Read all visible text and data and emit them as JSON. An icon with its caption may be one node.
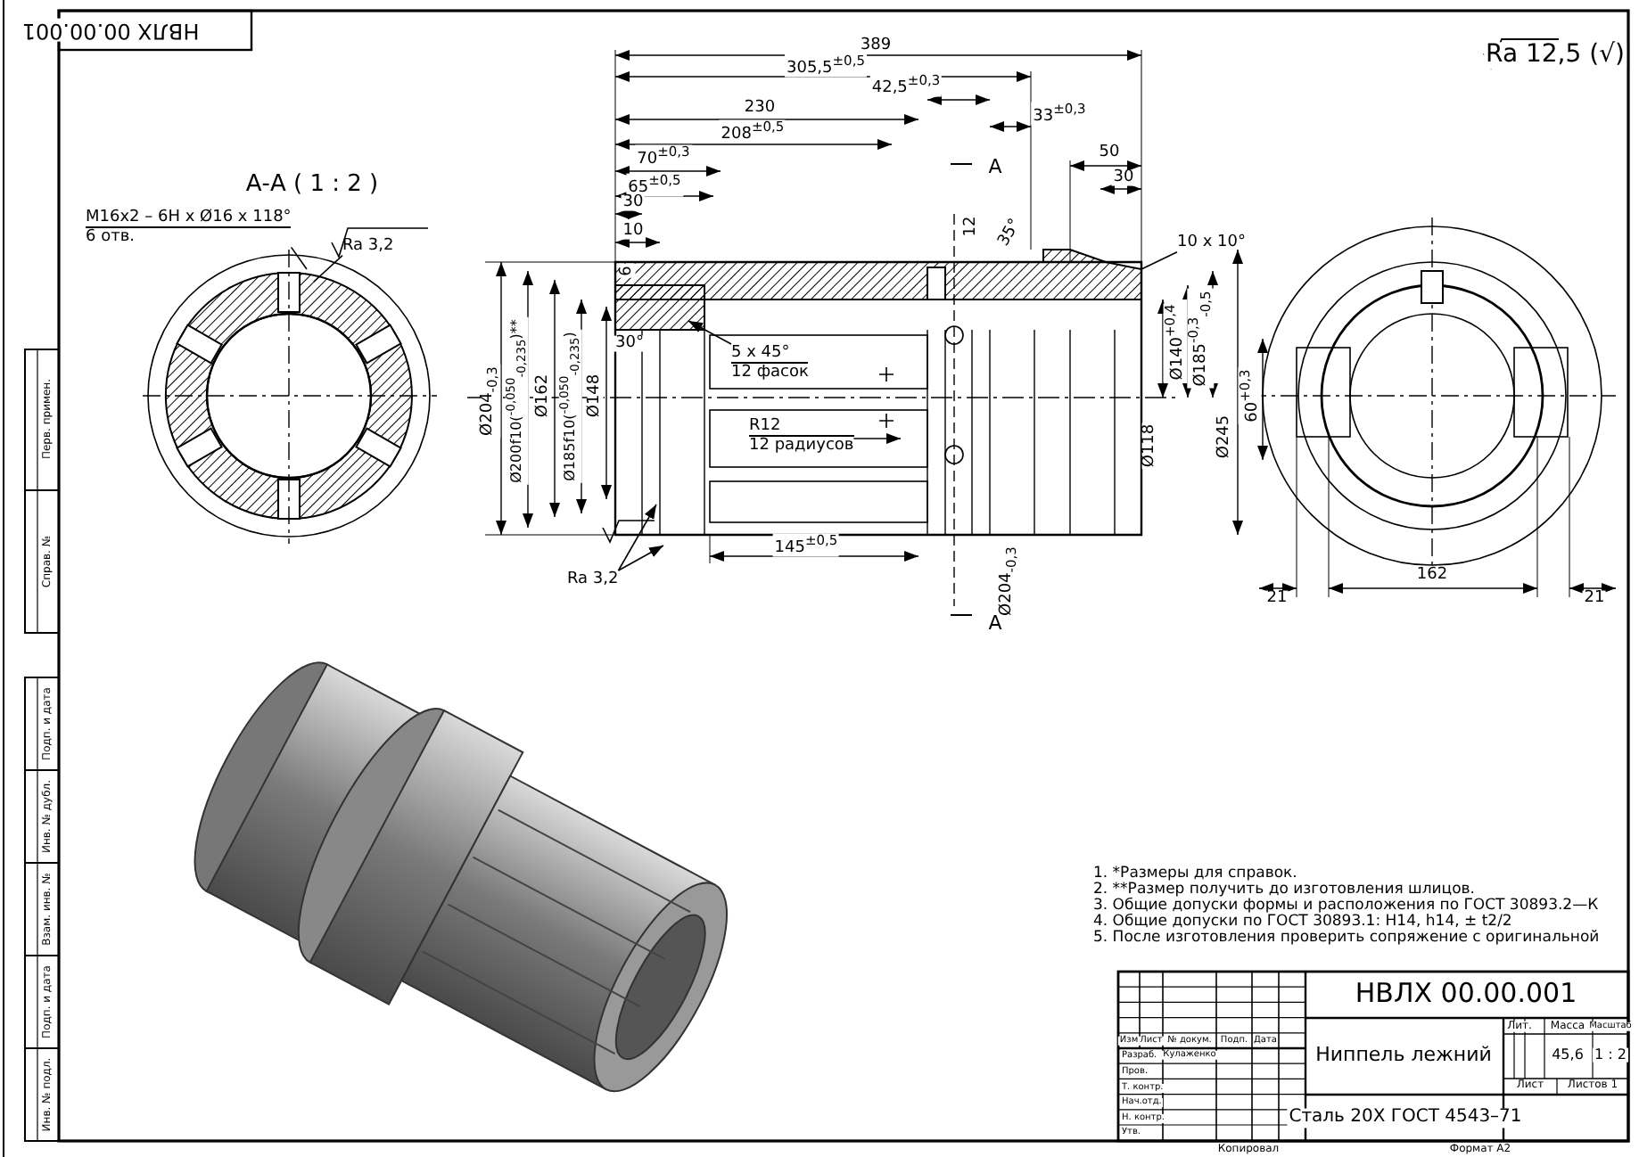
{
  "diagram": {
    "nodes": [
      {
        "text": [
          "M16x2 – 6H x Ø16 x 118°",
          "6 отв."
        ]
      },
      {
        "text": [
          "Ra 3,2"
        ]
      },
      {
        "text": [
          "5 x 45°",
          "12 фасок"
        ]
      },
      {
        "text": [
          "R12",
          "12 радиусов"
        ]
      },
      {
        "text": [
          "10 x 10°"
        ]
      },
      {
        "text": [
          "Ra 3,2"
        ]
      }
    ],
    "edges": [
      {
        "from": 0,
        "to": null,
        "arrow": "none"
      },
      {
        "from": 1,
        "to": null,
        "arrow": "none"
      },
      {
        "from": 2,
        "to": null,
        "arrow": "to"
      },
      {
        "from": 3,
        "to": null,
        "arrow": "to"
      },
      {
        "from": 4,
        "to": null,
        "arrow": "none"
      },
      {
        "from": 5,
        "to": null,
        "arrow": "to"
      },
      {
        "from": 5,
        "to": null,
        "arrow": "to"
      }
    ],
    "labels": [
      "НВЛХ 00.00.001",
      "Ra 12,5 (√)",
      "А-А ( 1 : 2 )",
      "389",
      "305,5$^{±0,5}$",
      "42,5$^{±0,3}$",
      "230",
      "33$^{±0,3}$",
      "208$^{±0,5}$",
      "70$^{±0,3}$",
      "A",
      "65$^{±0,5}$",
      "50",
      "30",
      "30",
      "12",
      "35°",
      "10",
      "6",
      "30°",
      "Ø204$_{-0,3}$",
      "Ø200f10($^{-0,050}$$_{-0,235}$)**",
      "Ø162",
      "Ø185f10($^{-0,050}$$_{-0,235}$)",
      "Ø148",
      "Ø118",
      "Ø140$^{+0,4}$",
      "Ø185$^{-0,3}$$_{-0,5}$",
      "Ø245",
      "60$^{+0,3}$",
      "145$^{±0,5}$",
      "A",
      "Ø204$_{-0,3}$",
      "21",
      "162",
      "21",
      "1. *Размеры для справок.",
      "2. **Размер получить до изготовления шлицов.",
      "3. Общие допуски формы и расположения по ГОСТ 30893.2—К",
      "4. Общие допуски по ГОСТ 30893.1: H14, h14, ± t2/2",
      "5. После изготовления проверить сопряжение с оригинальной",
      "Изм",
      "Лист",
      "№ докум.",
      "Подп.",
      "Дата",
      "Разраб.",
      "Кулаженко",
      "Пров.",
      "Т. контр.",
      "Нач.отд.",
      "Н. контр.",
      "Утв.",
      "НВЛХ 00.00.001",
      "Ниппель лежний",
      "Лит.",
      "Масса",
      "Масштаб",
      "45,6",
      "1 : 2",
      "Лист",
      "Листов 1",
      "Сталь 20Х ГОСТ 4543–71",
      "Копировал",
      "Формат А2",
      "Перв. примен.",
      "Справ. №",
      "Подп. и дата",
      "Инв. № дубл.",
      "Взам. инв. №",
      "Подп. и дата",
      "Инв. № подл."
    ]
  }
}
